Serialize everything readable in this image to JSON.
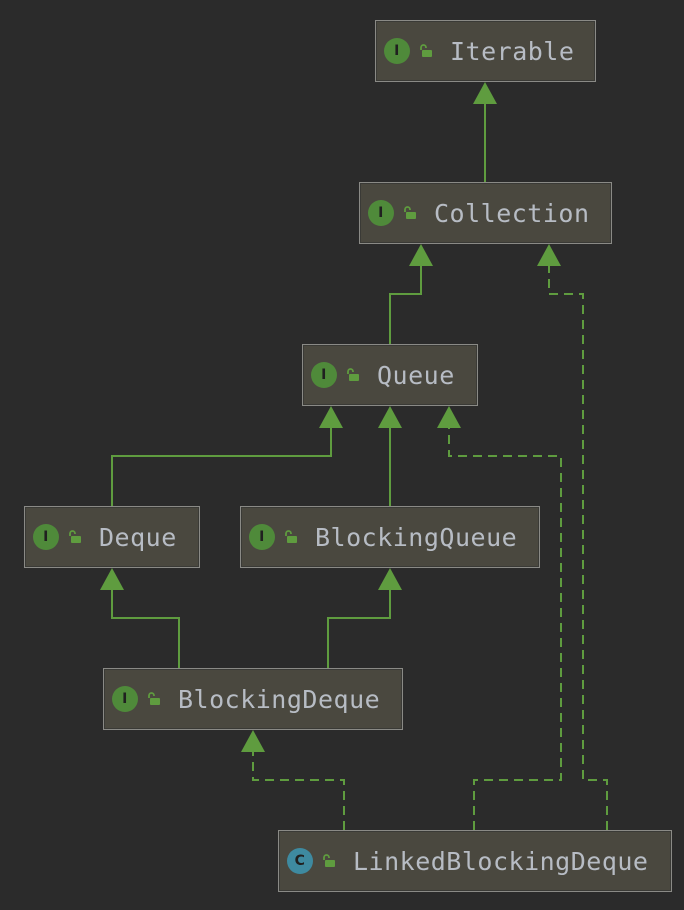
{
  "colors": {
    "background": "#2b2b2b",
    "node_fill": "#4a483f",
    "node_border": "#8a8a86",
    "edge": "#5f9c3f",
    "interface_badge": "#4f8a3a",
    "class_badge": "#3e8aa0",
    "label_text": "#b7bcc4"
  },
  "nodes": {
    "iterable": {
      "label": "Iterable",
      "kind": "interface",
      "badge": "I",
      "icon": "lock-open-icon"
    },
    "collection": {
      "label": "Collection",
      "kind": "interface",
      "badge": "I",
      "icon": "lock-open-icon"
    },
    "queue": {
      "label": "Queue",
      "kind": "interface",
      "badge": "I",
      "icon": "lock-open-icon"
    },
    "deque": {
      "label": "Deque",
      "kind": "interface",
      "badge": "I",
      "icon": "lock-open-icon"
    },
    "blocking_queue": {
      "label": "BlockingQueue",
      "kind": "interface",
      "badge": "I",
      "icon": "lock-open-icon"
    },
    "blocking_deque": {
      "label": "BlockingDeque",
      "kind": "interface",
      "badge": "I",
      "icon": "lock-open-icon"
    },
    "linked_blocking_deque": {
      "label": "LinkedBlockingDeque",
      "kind": "class",
      "badge": "C",
      "icon": "lock-open-icon"
    }
  },
  "edges": [
    {
      "from": "collection",
      "to": "iterable",
      "type": "extends"
    },
    {
      "from": "queue",
      "to": "collection",
      "type": "extends"
    },
    {
      "from": "deque",
      "to": "queue",
      "type": "extends"
    },
    {
      "from": "blocking_queue",
      "to": "queue",
      "type": "extends"
    },
    {
      "from": "blocking_deque",
      "to": "deque",
      "type": "extends"
    },
    {
      "from": "blocking_deque",
      "to": "blocking_queue",
      "type": "extends"
    },
    {
      "from": "linked_blocking_deque",
      "to": "blocking_deque",
      "type": "implements"
    },
    {
      "from": "linked_blocking_deque",
      "to": "queue",
      "type": "implements"
    },
    {
      "from": "linked_blocking_deque",
      "to": "collection",
      "type": "implements"
    }
  ]
}
